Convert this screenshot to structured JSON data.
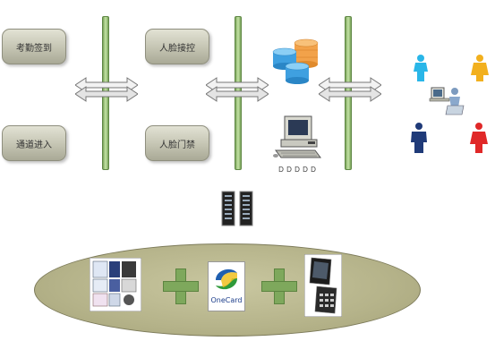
{
  "left_boxes": [
    {
      "label": "考勤签到"
    },
    {
      "label": "通道进入"
    }
  ],
  "middle_boxes": [
    {
      "label": "人脸接控"
    },
    {
      "label": "人脸门禁"
    }
  ],
  "computer_caption": "ＤＤＤＤＤ",
  "onecard": {
    "label": "OneCard"
  }
}
